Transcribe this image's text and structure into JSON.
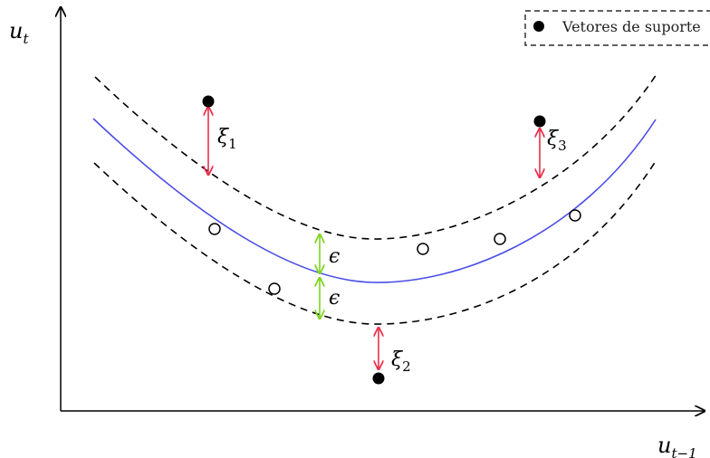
{
  "axes": {
    "y_label": "u",
    "y_label_sub": "t",
    "x_label": "u",
    "x_label_sub": "t−1"
  },
  "legend": {
    "label": "Vetores de suporte"
  },
  "slacks": [
    {
      "symbol": "ξ",
      "index": "1"
    },
    {
      "symbol": "ξ",
      "index": "2"
    },
    {
      "symbol": "ξ",
      "index": "3"
    }
  ],
  "margins": [
    {
      "symbol": "ϵ"
    },
    {
      "symbol": "ϵ"
    }
  ],
  "colors": {
    "regression_curve": "#4a4ee6",
    "slack_arrow": "#e8304c",
    "epsilon_arrow": "#7ed321",
    "margin_boundary": "#000000",
    "axis": "#000000"
  }
}
